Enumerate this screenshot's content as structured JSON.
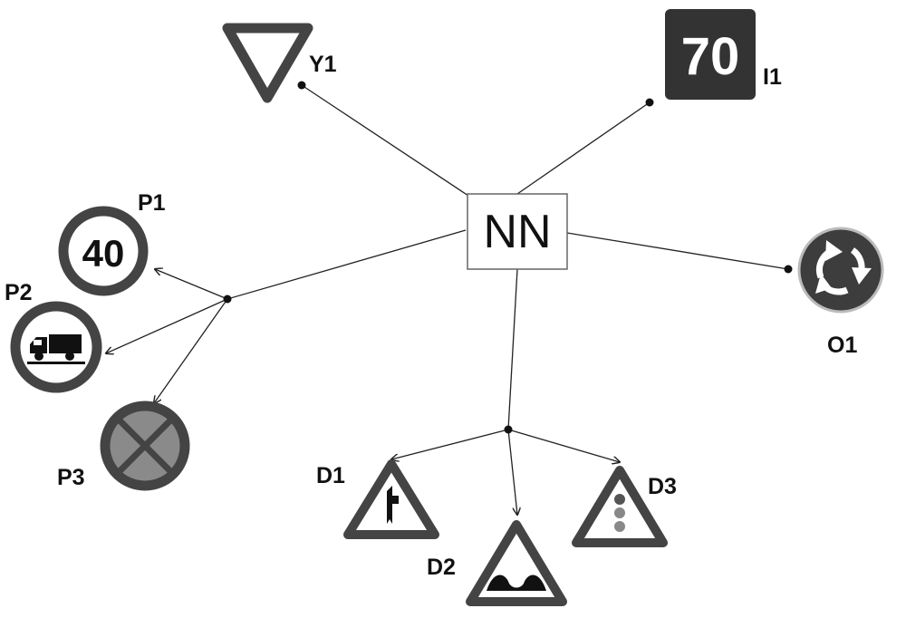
{
  "diagram": {
    "center": {
      "label": "NN"
    },
    "signs": {
      "Y1": {
        "label": "Y1",
        "kind": "yield-triangle"
      },
      "I1": {
        "label": "I1",
        "kind": "info-panel",
        "text": "70"
      },
      "O1": {
        "label": "O1",
        "kind": "roundabout"
      },
      "P1": {
        "label": "P1",
        "kind": "speed-limit",
        "text": "40"
      },
      "P2": {
        "label": "P2",
        "kind": "no-trucks"
      },
      "P3": {
        "label": "P3",
        "kind": "no-stopping"
      },
      "D1": {
        "label": "D1",
        "kind": "side-road-warning"
      },
      "D2": {
        "label": "D2",
        "kind": "uneven-road-warning"
      },
      "D3": {
        "label": "D3",
        "kind": "traffic-lights-warning"
      }
    }
  },
  "colors": {
    "sign_ring": "#444444",
    "sign_fill": "#ffffff",
    "panel_fill": "#333333",
    "roundabout_fill": "#3d3d3d",
    "no_stopping_fill": "#8a8a8a",
    "line": "#222222"
  }
}
